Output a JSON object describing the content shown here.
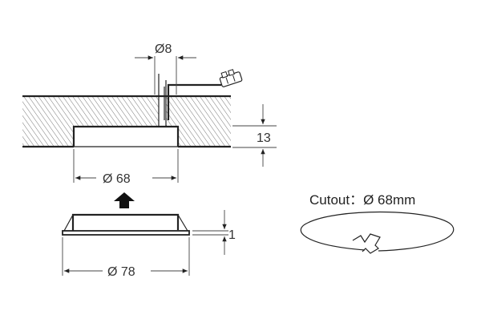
{
  "labels": {
    "hole_diameter": "Ø8",
    "board_thickness": "13",
    "recess_diameter": "Ø 68",
    "flange_thickness": "1",
    "outer_diameter": "Ø 78",
    "cutout": "Cutout：Ø 68mm"
  },
  "colors": {
    "stroke": "#222222",
    "hatch": "#555555",
    "background": "#ffffff"
  },
  "icons": {
    "arrow": "up-arrow-icon",
    "connector": "wire-connector-icon",
    "cutout_notch": "cutout-notch-icon"
  }
}
